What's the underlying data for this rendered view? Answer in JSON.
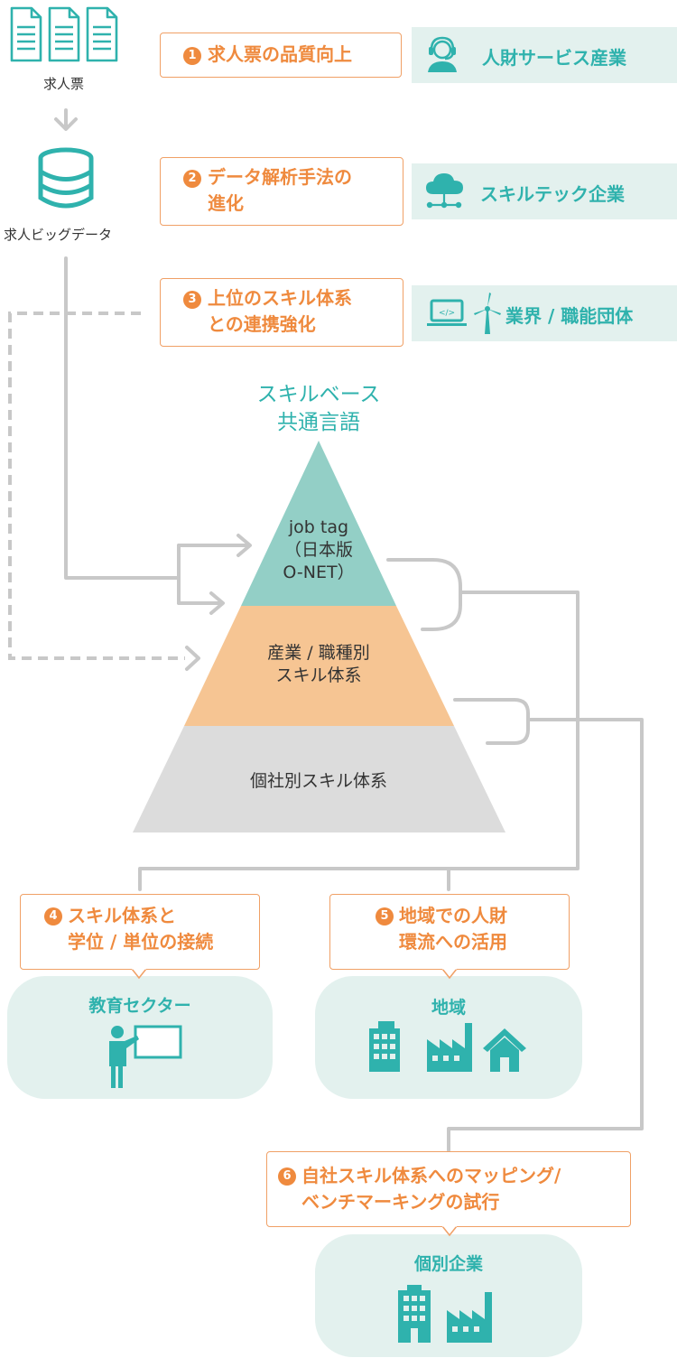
{
  "sources": {
    "job_tickets_label": "求人票",
    "big_data_label": "求人ビッグデータ"
  },
  "callouts": [
    {
      "num": "1",
      "text": "求人票の品質向上"
    },
    {
      "num": "2",
      "text": "データ解析手法の\n進化"
    },
    {
      "num": "3",
      "text": "上位のスキル体系\nとの連携強化"
    },
    {
      "num": "4",
      "text": "スキル体系と\n学位 / 単位の接続"
    },
    {
      "num": "5",
      "text": "地域での人財\n環流への活用"
    },
    {
      "num": "6",
      "text": "自社スキル体系へのマッピング/\nベンチマーキングの試行"
    }
  ],
  "actors": [
    {
      "label": "人財サービス産業",
      "icon": "headset-operator-icon"
    },
    {
      "label": "スキルテック企業",
      "icon": "cloud-network-icon"
    },
    {
      "label": "業界 / 職能団体",
      "icon": "laptop-code-and-wind-turbine-icons"
    }
  ],
  "heading": "スキルベース\n共通言語",
  "pyramid": {
    "top": "job tag\n（日本版\nO-NET）",
    "middle": "産業 / 職種別\nスキル体系",
    "bottom": "個社別スキル体系"
  },
  "targets": [
    {
      "label": "教育セクター",
      "icon": "teacher-whiteboard-icon"
    },
    {
      "label": "地域",
      "icon": "buildings-factory-house-icons"
    },
    {
      "label": "個別企業",
      "icon": "office-building-factory-icons"
    }
  ],
  "colors": {
    "accent_orange": "#ef8a3e",
    "teal": "#2fb2ad",
    "teal_light": "#e3f1ee",
    "pyramid_top": "#93cfc6",
    "pyramid_middle": "#f6c593",
    "pyramid_bottom": "#dcdcdc",
    "connector_gray": "#c8c8c8"
  }
}
